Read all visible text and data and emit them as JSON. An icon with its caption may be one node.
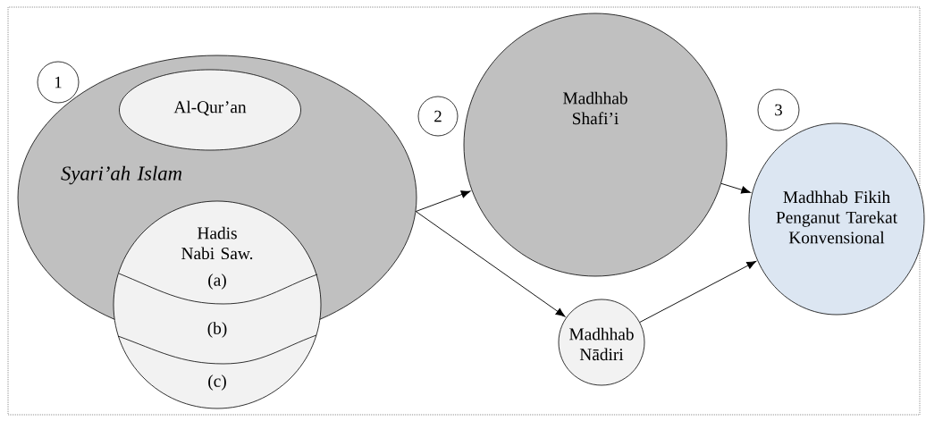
{
  "diagram": {
    "nodes": [
      {
        "text": [
          "1"
        ]
      },
      {
        "text": [
          "Syari’ah Islam"
        ]
      },
      {
        "text": [
          "Al-Qur’an"
        ],
        "in": 1
      },
      {
        "text": [
          "Hadis Nabi Saw.",
          "(a)",
          "(b)",
          "(c)"
        ]
      },
      {
        "text": [
          "2"
        ]
      },
      {
        "text": [
          "Madhhab Shafi’i"
        ]
      },
      {
        "text": [
          "Madhhab Nādiri"
        ]
      },
      {
        "text": [
          "3"
        ]
      },
      {
        "text": [
          "Madhhab Fikih Penganut Tarekat Konvensional"
        ]
      }
    ],
    "edges": [
      {
        "from": 1,
        "to": 5,
        "arrow": "to"
      },
      {
        "from": 1,
        "to": 6,
        "arrow": "to"
      },
      {
        "from": 5,
        "to": 8,
        "arrow": "to"
      },
      {
        "from": 6,
        "to": 8,
        "arrow": "to"
      }
    ]
  }
}
